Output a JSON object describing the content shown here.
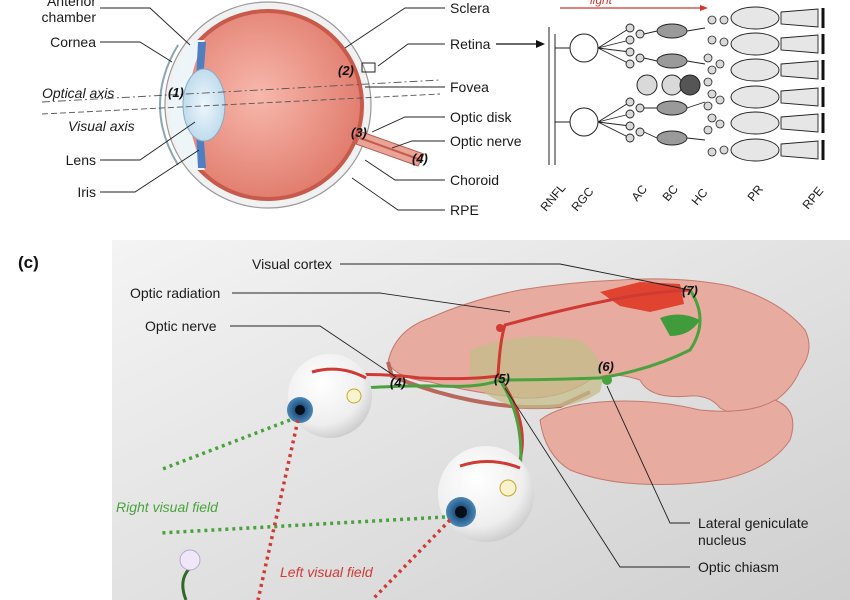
{
  "eye_section": {
    "labels_left": {
      "anterior_chamber": [
        "Anterior",
        "chamber"
      ],
      "cornea": "Cornea",
      "optical_axis": "Optical axis",
      "visual_axis": "Visual axis",
      "lens": "Lens",
      "iris": "Iris"
    },
    "labels_right": {
      "sclera": "Sclera",
      "retina": "Retina",
      "fovea": "Fovea",
      "optic_disk": "Optic disk",
      "optic_nerve": "Optic nerve",
      "choroid": "Choroid",
      "rpe": "RPE"
    },
    "markers": [
      "(1)",
      "(2)",
      "(3)",
      "(4)"
    ]
  },
  "retina_section": {
    "light_label": "light",
    "layers": [
      "RNFL",
      "RGC",
      "AC",
      "BC",
      "HC",
      "PR",
      "RPE"
    ]
  },
  "pathway_section": {
    "panel_label": "(c)",
    "labels": {
      "visual_cortex": "Visual cortex",
      "optic_radiation": "Optic radiation",
      "optic_nerve": "Optic nerve",
      "lgn": [
        "Lateral geniculate",
        "nucleus"
      ],
      "optic_chiasm": "Optic chiasm",
      "right_visual_field": "Right visual field",
      "left_visual_field": "Left visual field"
    },
    "markers": [
      "(4)",
      "(5)",
      "(6)",
      "(7)"
    ],
    "colors": {
      "left_field": "#d03a34",
      "right_field": "#4aa23e",
      "tissue": "#e3a79a"
    }
  }
}
